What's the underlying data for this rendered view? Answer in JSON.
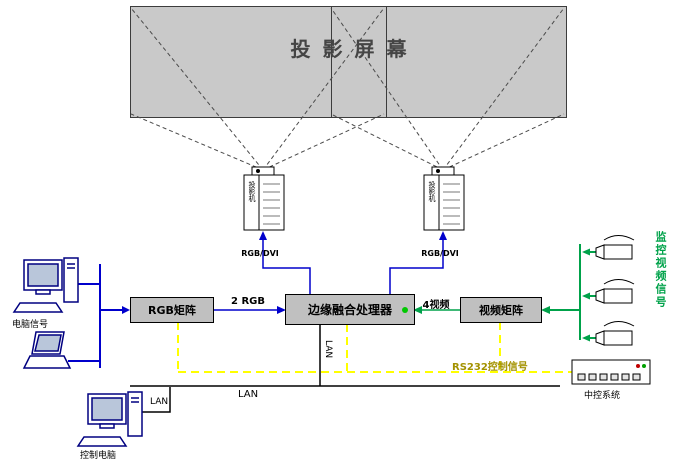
{
  "diagram": {
    "screen_title": "投影屏幕",
    "projector_label": "投影机",
    "boxes": {
      "rgb_matrix": "RGB矩阵",
      "edge_blender": "边缘融合处理器",
      "video_matrix": "视频矩阵"
    },
    "connections": {
      "rgb_dvi": "RGB/DVI",
      "two_rgb": "2 RGB",
      "four_video": "4视频",
      "lan": "LAN",
      "rs232": "RS232控制信号"
    },
    "peripherals": {
      "computer_signal": "电脑信号",
      "control_computer": "控制电脑",
      "central_control": "中控系统",
      "surveillance_video": "监控视频信号"
    }
  },
  "colors": {
    "rgb_signal": "#0000cc",
    "video_signal": "#00a24a",
    "control_signal": "#ffff00",
    "rs232_label": "#a39200",
    "screen_fill": "#c9c9c9",
    "box_fill": "#c0c0c0",
    "computer_icon": "#000080",
    "led_green": "#00c800"
  }
}
